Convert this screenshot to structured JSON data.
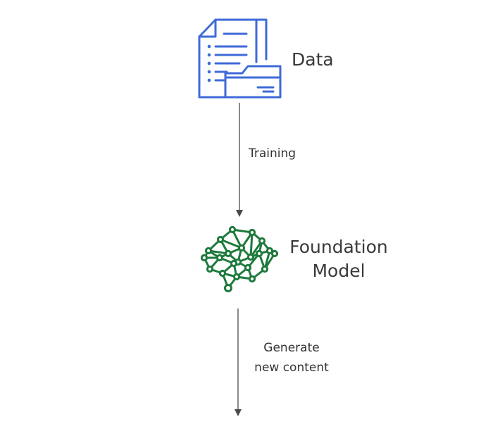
{
  "nodes": {
    "data": {
      "label": "Data",
      "icon": "documents-folder-icon",
      "color": "#3f6ad8"
    },
    "model": {
      "label_line1": "Foundation",
      "label_line2": "Model",
      "icon": "neural-network-brain-icon",
      "color": "#1e7a3c"
    }
  },
  "edges": {
    "training": {
      "label": "Training"
    },
    "generate": {
      "label_line1": "Generate",
      "label_line2": "new content"
    }
  },
  "colors": {
    "arrow": "#4a4a4a",
    "text": "#3a3a3a"
  }
}
